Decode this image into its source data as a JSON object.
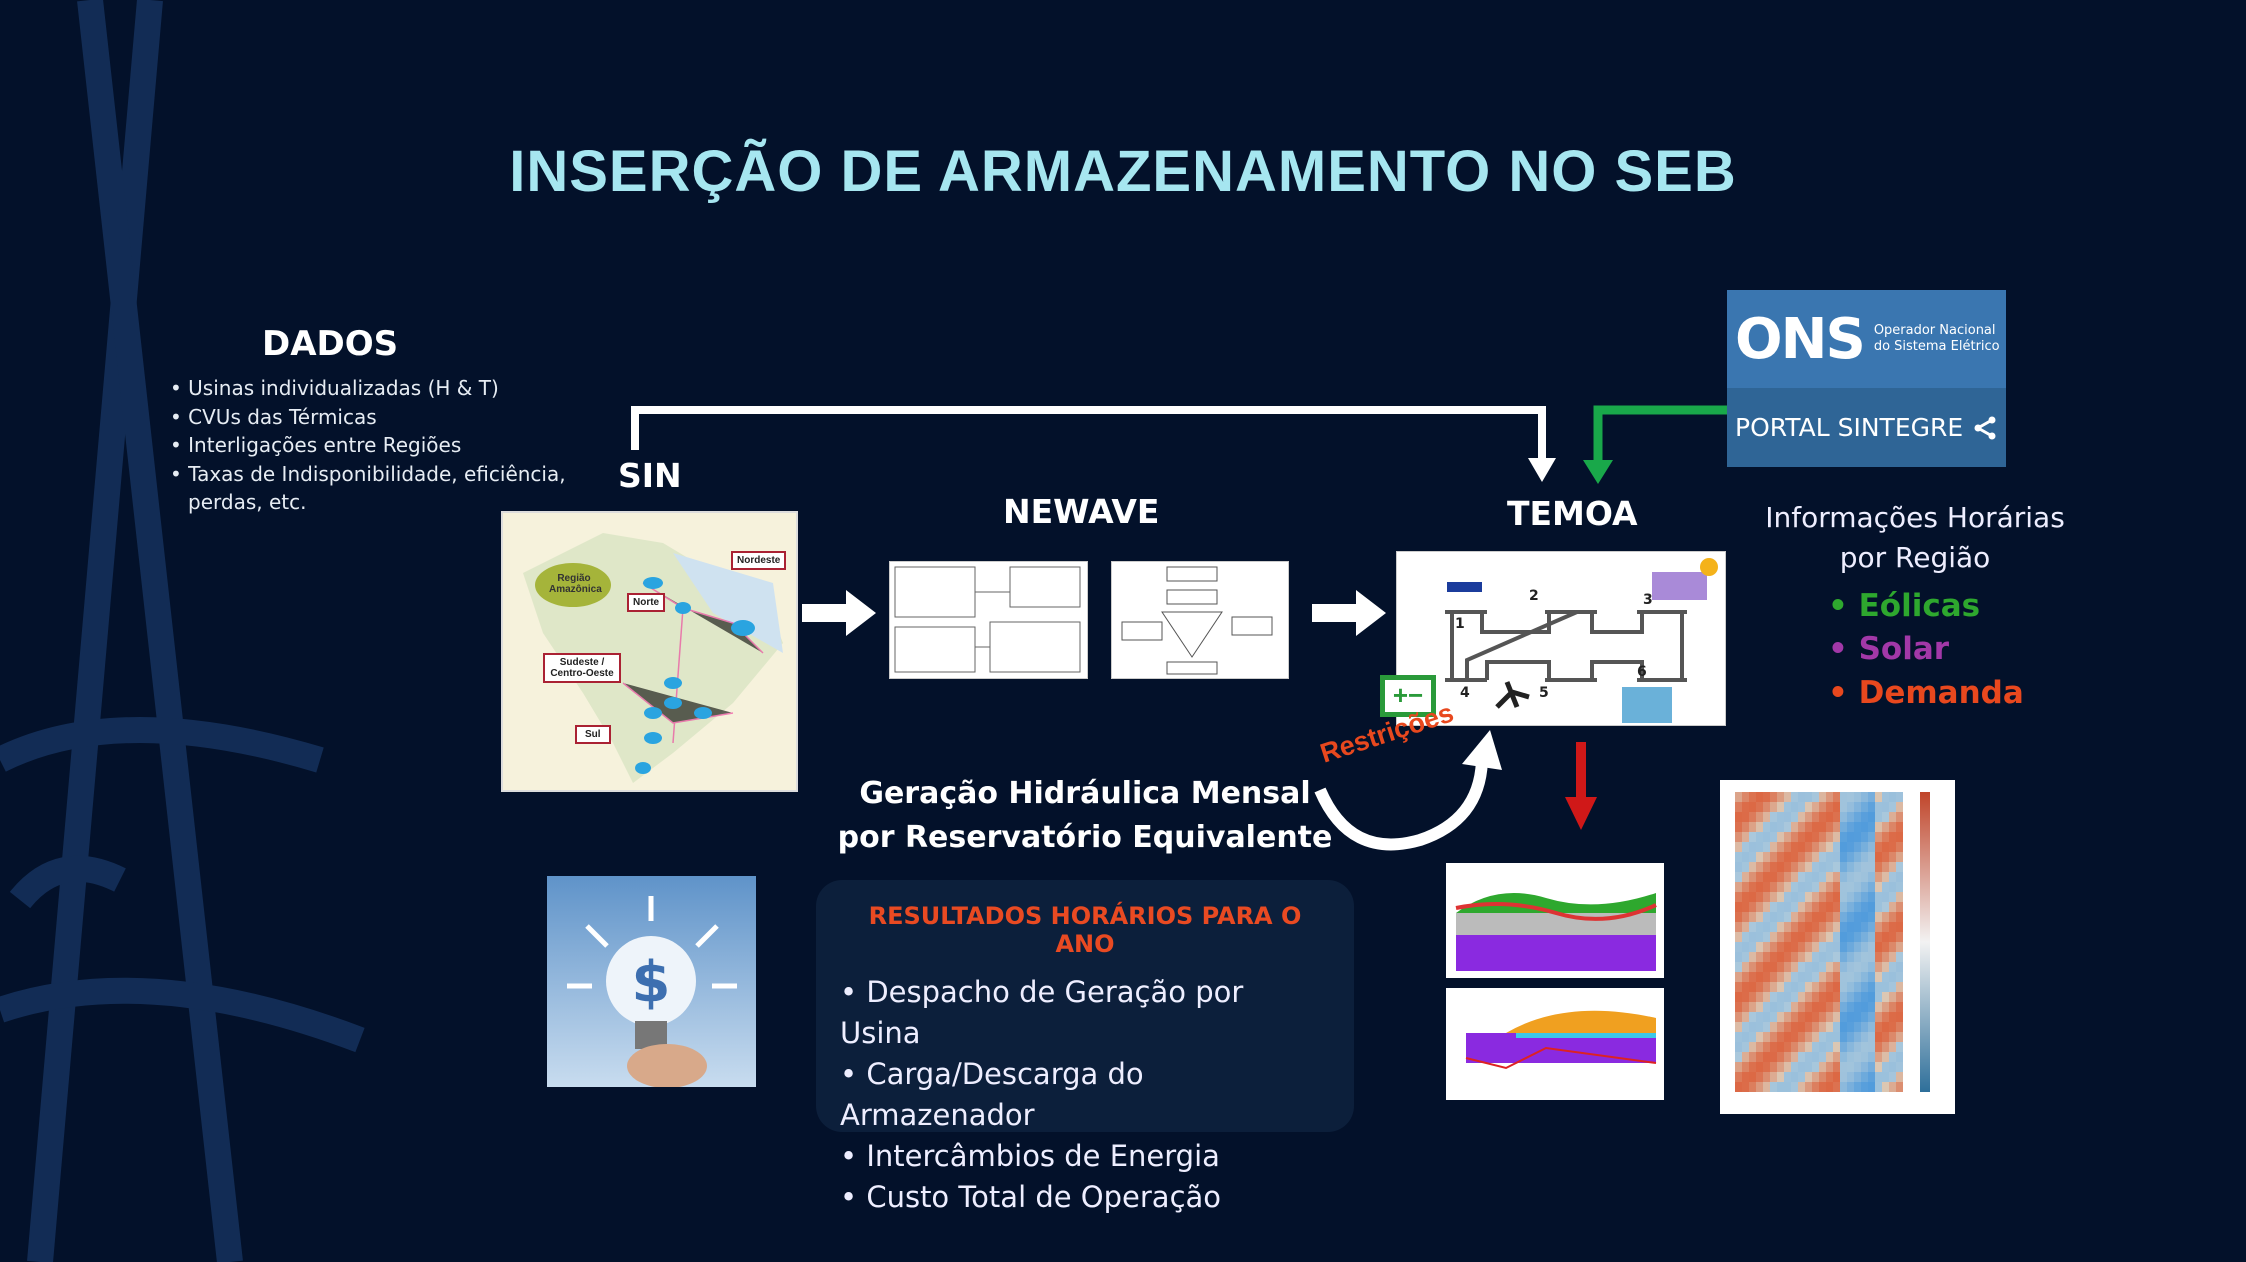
{
  "title": "INSERÇÃO DE ARMAZENAMENTO NO SEB",
  "dados": {
    "heading": "DADOS",
    "items": [
      "Usinas individualizadas (H & T)",
      "CVUs das Térmicas",
      "Interligações entre Regiões",
      "Taxas de Indisponibilidade, eficiência,",
      "perdas, etc."
    ]
  },
  "sin": {
    "label": "SIN",
    "regions": [
      "Região Amazônica",
      "Norte",
      "Nordeste",
      "Sudeste / Centro-Oeste",
      "Sul"
    ]
  },
  "newave": {
    "label": "NEWAVE"
  },
  "temoa": {
    "label": "TEMOA",
    "bus_numbers": [
      "1",
      "2",
      "3",
      "4",
      "5",
      "6"
    ]
  },
  "ons": {
    "logo": "ONS",
    "subtitle_1": "Operador Nacional",
    "subtitle_2": "do Sistema Elétrico",
    "portal": "PORTAL SINTEGRE"
  },
  "info": {
    "line1": "Informações Horárias",
    "line2": "por Região",
    "items": [
      {
        "label": "Eólicas",
        "color": "#2ea82e"
      },
      {
        "label": "Solar",
        "color": "#a238a8"
      },
      {
        "label": "Demanda",
        "color": "#e8481e"
      }
    ]
  },
  "restricoes": "Restrições",
  "geracao": {
    "line1": "Geração Hidráulica Mensal",
    "line2": "por Reservatório Equivalente"
  },
  "resultados": {
    "heading": "RESULTADOS HORÁRIOS PARA O ANO",
    "items": [
      "Despacho de Geração por Usina",
      "Carga/Descarga do Armazenador",
      "Intercâmbios de Energia",
      "Custo Total de Operação"
    ]
  },
  "colors": {
    "title": "#a6e6f0",
    "background": "#03112a",
    "green_arrow": "#19a84a",
    "red_arrow": "#d01818"
  }
}
